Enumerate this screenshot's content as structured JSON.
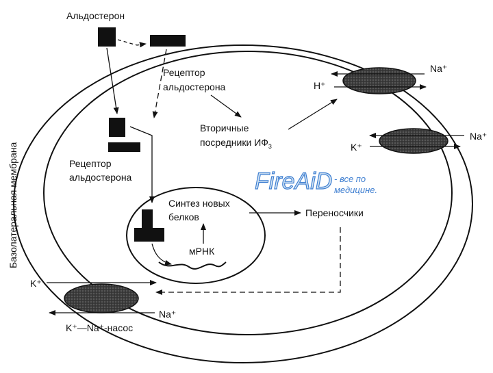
{
  "labels": {
    "aldosterone": "Альдостерон",
    "receptor_top_line1": "Рецептор",
    "receptor_top_line2": "альдостерона",
    "receptor_left_line1": "Рецептор",
    "receptor_left_line2": "альдостерона",
    "messengers_line1": "Вторичные",
    "messengers_line2": "посредники ИФ",
    "messengers_sub": "3",
    "synthesis_line1": "Синтез новых",
    "synthesis_line2": "белков",
    "mrna": "мРНК",
    "carriers": "Переносчики",
    "h_ion": "H⁺",
    "na_top": "Na⁺",
    "na_mid": "Na⁺",
    "k_mid": "K⁺",
    "k_bottom": "K⁺",
    "na_bottom": "Na⁺",
    "pump": "K⁺—Na⁺-насос",
    "membrane": "Базолатеральная мембрана"
  },
  "watermark": {
    "brand": "FireAiD",
    "tagline_line1": "- все по",
    "tagline_line2": "медицине."
  },
  "colors": {
    "ink": "#111111",
    "channel_fill": "#4a4a4a",
    "watermark_blue": "#3f7fd1",
    "watermark_fill": "#cfe2f3"
  }
}
